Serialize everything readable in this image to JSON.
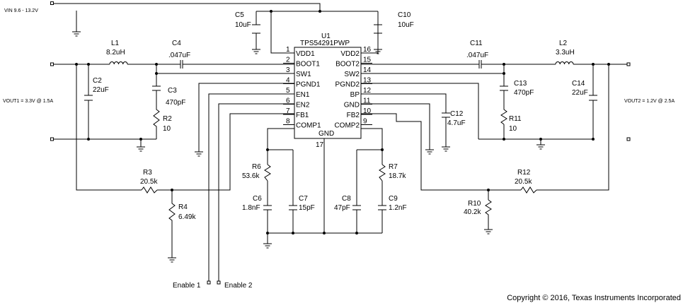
{
  "ic": {
    "ref": "U1",
    "part": "TPS54291PWP",
    "gnd_label": "GND",
    "gnd_pin": "17",
    "left_pins": [
      {
        "num": "1",
        "name": "VDD1"
      },
      {
        "num": "2",
        "name": "BOOT1"
      },
      {
        "num": "3",
        "name": "SW1"
      },
      {
        "num": "4",
        "name": "PGND1"
      },
      {
        "num": "5",
        "name": "EN1"
      },
      {
        "num": "6",
        "name": "EN2"
      },
      {
        "num": "7",
        "name": "FB1"
      },
      {
        "num": "8",
        "name": "COMP1"
      }
    ],
    "right_pins": [
      {
        "num": "16",
        "name": "VDD2"
      },
      {
        "num": "15",
        "name": "BOOT2"
      },
      {
        "num": "14",
        "name": "SW2"
      },
      {
        "num": "13",
        "name": "PGND2"
      },
      {
        "num": "12",
        "name": "BP"
      },
      {
        "num": "11",
        "name": "GND"
      },
      {
        "num": "10",
        "name": "FB2"
      },
      {
        "num": "9",
        "name": "COMP2"
      }
    ]
  },
  "nets": {
    "vin": "VIN 9.6 - 13.2V",
    "vout1": "VOUT1 = 3.3V @ 1.5A",
    "vout2": "VOUT2 = 1.2V @ 2.5A",
    "enable1": "Enable 1",
    "enable2": "Enable 2"
  },
  "components": {
    "C5": {
      "ref": "C5",
      "value": "10uF"
    },
    "C10": {
      "ref": "C10",
      "value": "10uF"
    },
    "L1": {
      "ref": "L1",
      "value": "8.2uH"
    },
    "C4": {
      "ref": "C4",
      "value": ".047uF"
    },
    "C2": {
      "ref": "C2",
      "value": "22uF"
    },
    "C3": {
      "ref": "C3",
      "value": "470pF"
    },
    "R2": {
      "ref": "R2",
      "value": "10"
    },
    "C11": {
      "ref": "C11",
      "value": ".047uF"
    },
    "L2": {
      "ref": "L2",
      "value": "3.3uH"
    },
    "C13": {
      "ref": "C13",
      "value": "470pF"
    },
    "C14": {
      "ref": "C14",
      "value": "22uF"
    },
    "R11": {
      "ref": "R11",
      "value": "10"
    },
    "C12": {
      "ref": "C12",
      "value": "4.7uF"
    },
    "R3": {
      "ref": "R3",
      "value": "20.5k"
    },
    "R4": {
      "ref": "R4",
      "value": "6.49k"
    },
    "R6": {
      "ref": "R6",
      "value": "53.6k"
    },
    "C6": {
      "ref": "C6",
      "value": "1.8nF"
    },
    "C7": {
      "ref": "C7",
      "value": "15pF"
    },
    "C8": {
      "ref": "C8",
      "value": "47pF"
    },
    "R7": {
      "ref": "R7",
      "value": "18.7k"
    },
    "C9": {
      "ref": "C9",
      "value": "1.2nF"
    },
    "R12": {
      "ref": "R12",
      "value": "20.5k"
    },
    "R10": {
      "ref": "R10",
      "value": "40.2k"
    }
  },
  "copyright": "Copyright © 2016, Texas Instruments Incorporated"
}
